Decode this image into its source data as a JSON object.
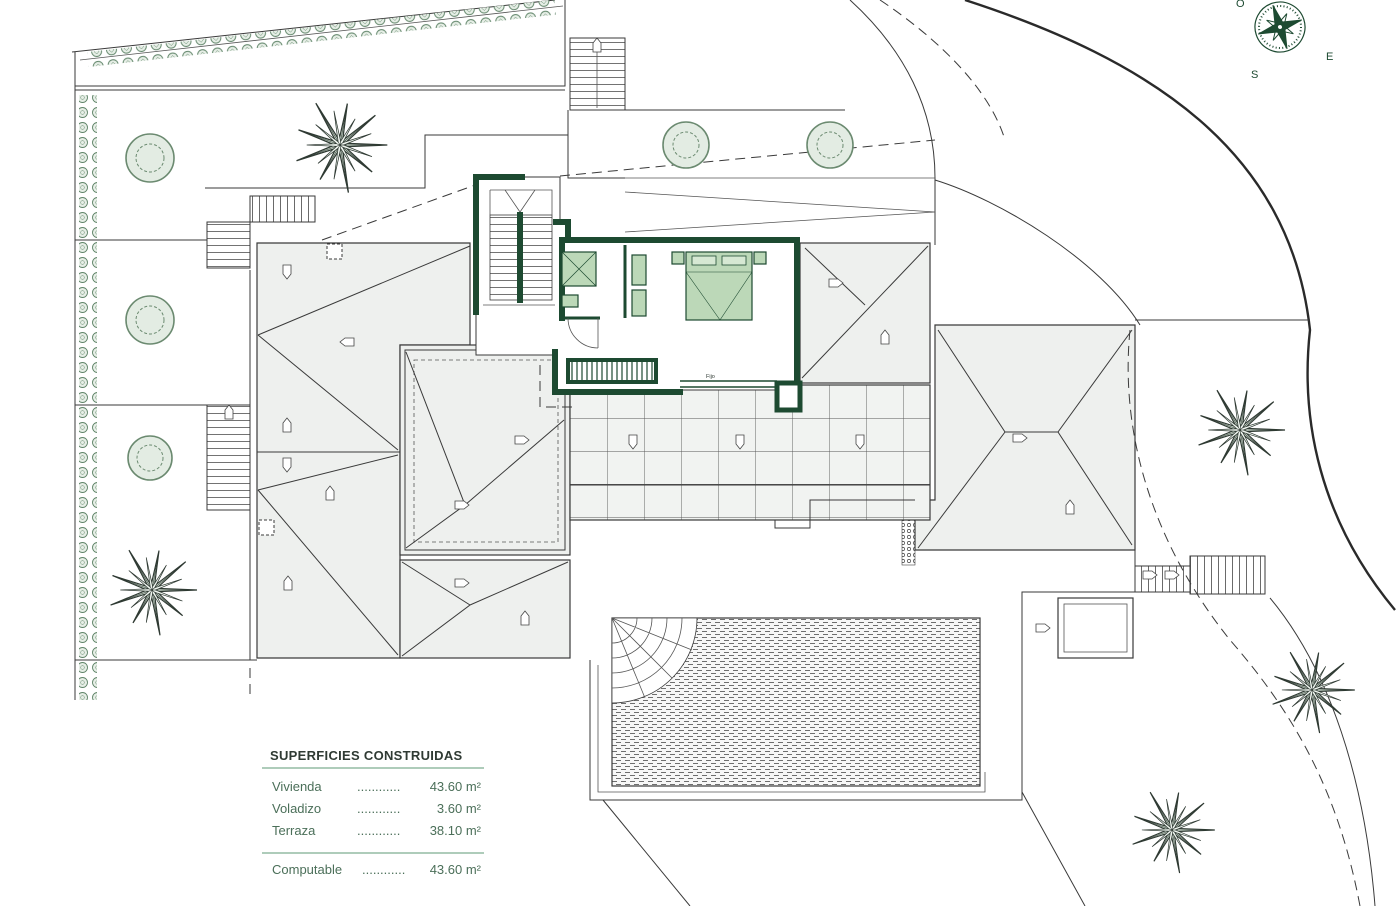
{
  "summary": {
    "title": "SUPERFICIES CONSTRUIDAS",
    "rows": [
      {
        "label": "Vivienda",
        "leader": "............",
        "value": "43.60 m²"
      },
      {
        "label": "Voladizo",
        "leader": "............",
        "value": "3.60 m²"
      },
      {
        "label": "Terraza",
        "leader": "............",
        "value": "38.10 m²"
      }
    ],
    "total": {
      "label": "Computable",
      "leader": "............",
      "value": "43.60 m²"
    }
  },
  "compass": {
    "west": "O",
    "south": "S",
    "east": "E"
  },
  "plan_labels": {
    "window": "Fijo"
  },
  "colors": {
    "walls": "#1d4a31",
    "furniture": "#bcd8b8",
    "roof": "#eef0ee",
    "summary_text": "#4b6f59",
    "rule": "#5c9a74"
  }
}
